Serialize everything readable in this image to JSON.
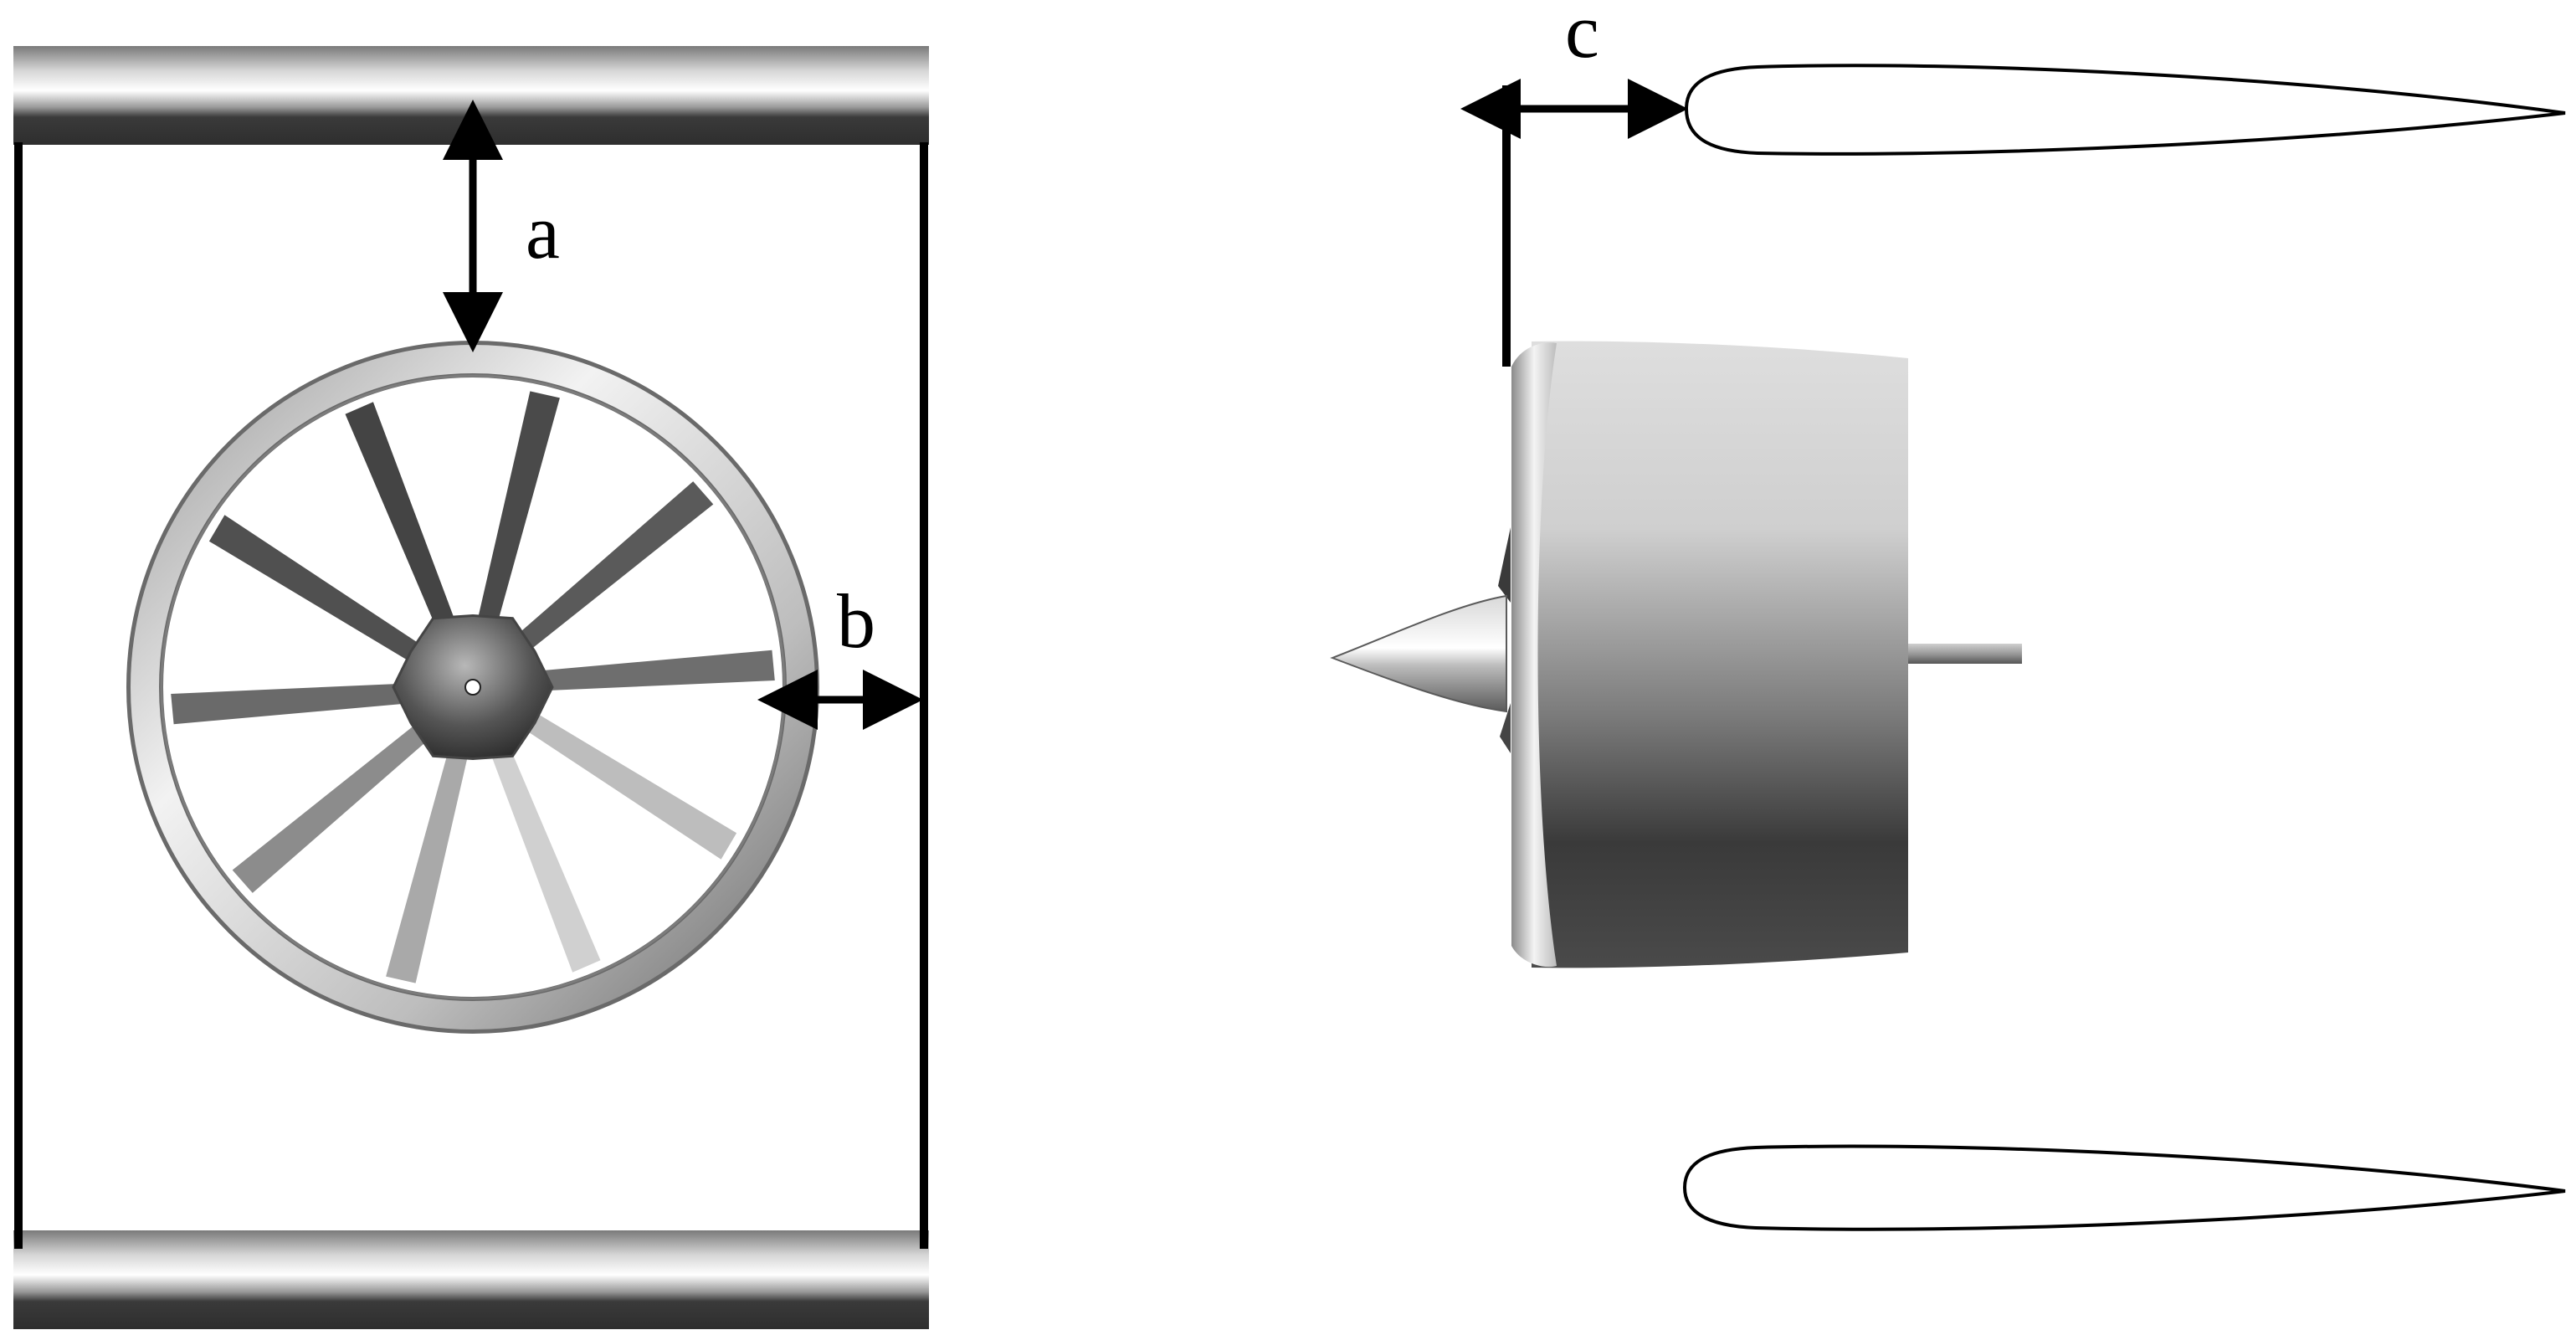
{
  "labels": {
    "a": "a",
    "b": "b",
    "c": "c"
  },
  "colors": {
    "line": "#000000",
    "background": "#ffffff",
    "metal_light": "#ececec",
    "metal_mid": "#a8a8a8",
    "metal_dark": "#383838"
  },
  "front_view": {
    "blade_count": 10
  }
}
